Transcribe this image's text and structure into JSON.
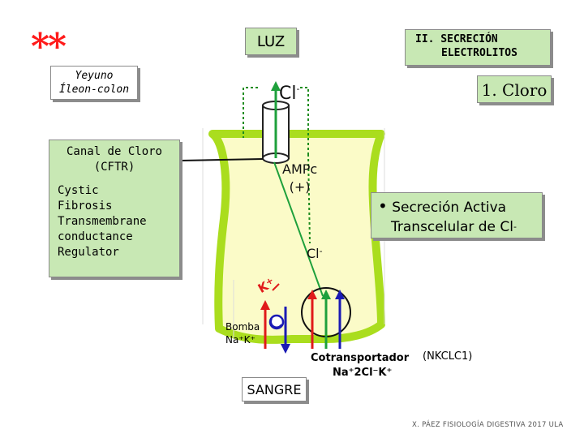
{
  "stars": "**",
  "yeyuno": {
    "line1": "Yeyuno",
    "line2": "Íleon-colon"
  },
  "luz": "LUZ",
  "seccion": {
    "line1": "II. SECRECIÓN",
    "line2": "ELECTROLITOS"
  },
  "cloro_title": "1. Cloro",
  "cftr": {
    "title1": "Canal de Cloro",
    "title2": "(CFTR)",
    "lines": [
      "Cystic",
      "Fibrosis",
      "Transmembrane",
      "conductance",
      "Regulator"
    ]
  },
  "cl_top": "Cl",
  "cl_top_sup": "-",
  "ampc": {
    "line1": "AMPc",
    "line2": "(+)"
  },
  "cl_mid": "Cl",
  "cl_mid_sup": "-",
  "kplus": "K",
  "kplus_sup": "+",
  "secrecion_activa": {
    "line1": "Secreción Activa",
    "line2": "Transcelular de Cl",
    "sup": "-"
  },
  "bomba": {
    "line1": "Bomba",
    "line2": "Na⁺K⁺"
  },
  "sangre": "SANGRE",
  "cotransportador": {
    "line1": "Cotransportador",
    "line2": "Na⁺2Cl⁻K⁺",
    "paren": "(NKCLC1)"
  },
  "credit": "X. PÁEZ  FISIOLOGÍA DIGESTIVA 2017  ULA",
  "colors": {
    "cell_fill": "#fbfbc8",
    "cell_border": "#aadd1e",
    "box_green": "#c8e8b4",
    "stars": "#ff1a1a",
    "arrow_red": "#e01a1a",
    "arrow_green": "#1ea03c",
    "arrow_blue": "#1a1ab4",
    "dash": "#1e8c1e"
  }
}
